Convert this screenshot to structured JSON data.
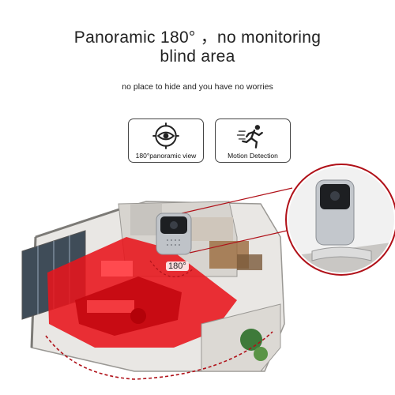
{
  "headline": {
    "line1": "Panoramic 180° ，no monitoring",
    "line2": "blind area"
  },
  "subtitle": "no place to hide and you have no worries",
  "features": [
    {
      "label": "180°panoramic view",
      "icon": "eye-target-icon"
    },
    {
      "label": "Motion Detection",
      "icon": "running-person-icon"
    }
  ],
  "scene": {
    "badge": "180°",
    "coverage_color": "#e8141b",
    "device_color": "#bfc3c8"
  }
}
